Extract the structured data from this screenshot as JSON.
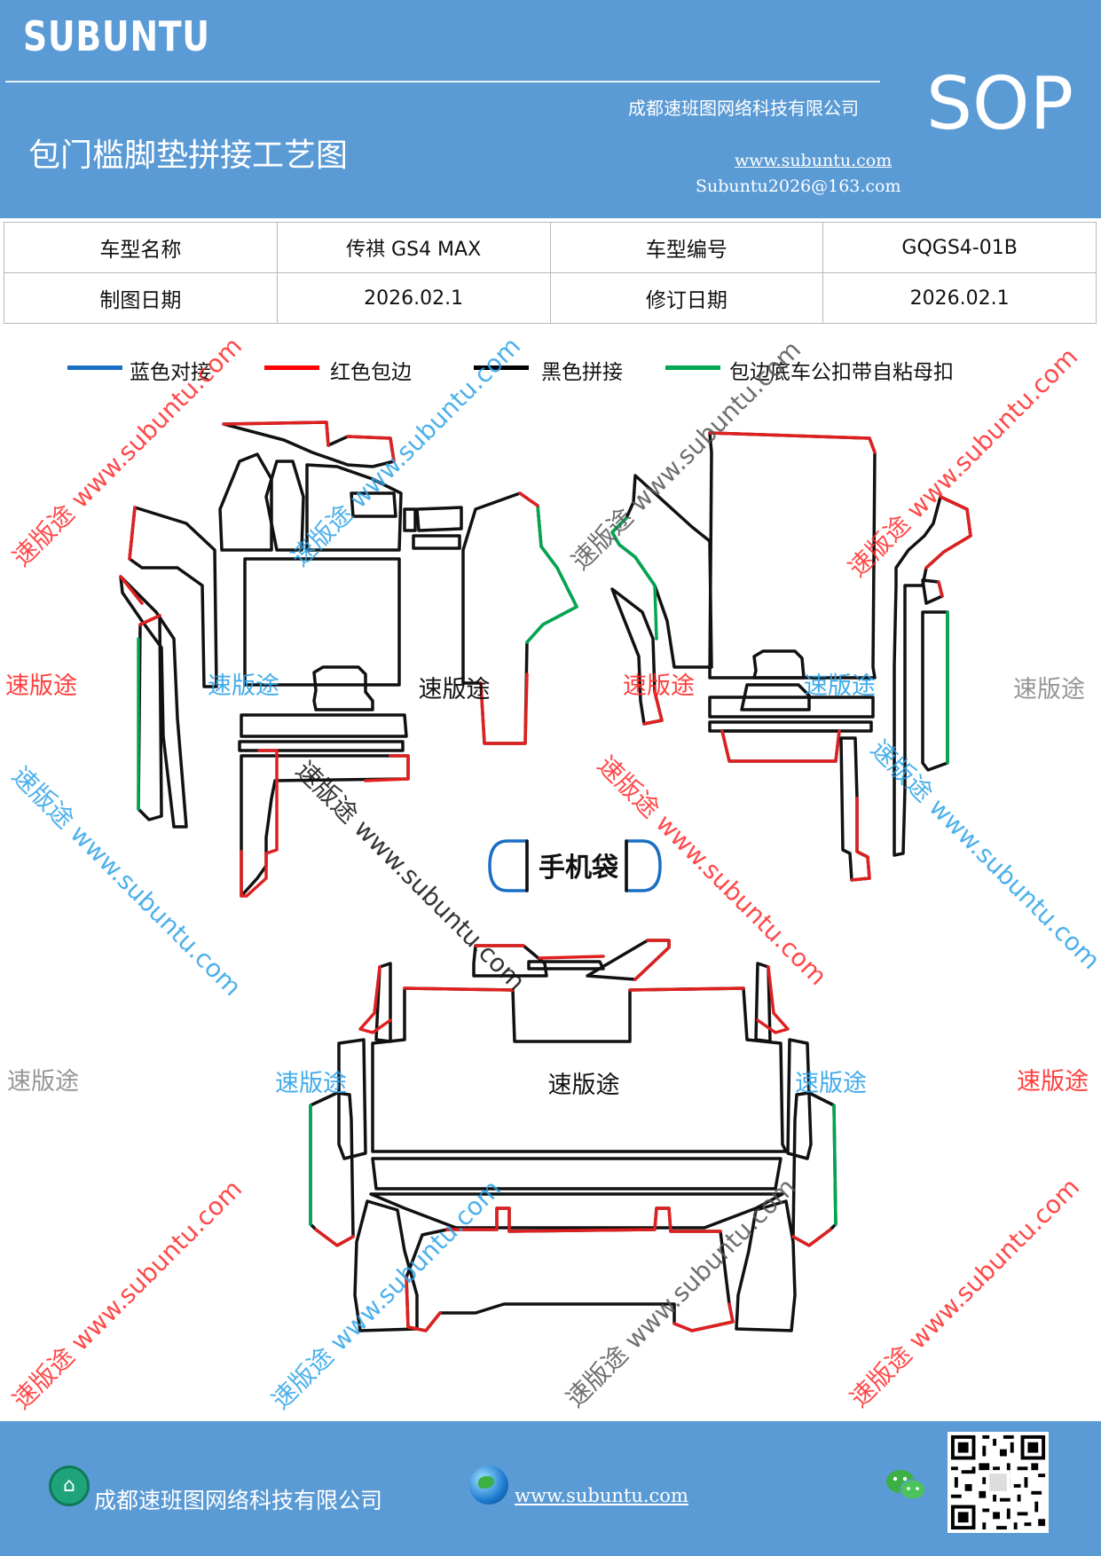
{
  "header": {
    "brand": "SUBUNTU",
    "doc_type": "SOP",
    "company": "成都速班图网络科技有限公司",
    "title": "包门槛脚垫拼接工艺图",
    "url": "www.subuntu.com",
    "email": "Subuntu2026@163.com"
  },
  "info_table": {
    "rows": [
      {
        "label1": "车型名称",
        "value1": "传祺 GS4 MAX",
        "label2": "车型编号",
        "value2": "GQGS4-01B"
      },
      {
        "label1": "制图日期",
        "value1": "2026.02.1",
        "label2": "修订日期",
        "value2": "2026.02.1"
      }
    ]
  },
  "legend": [
    {
      "label": "蓝色对接",
      "color": "#1a6fc4"
    },
    {
      "label": "红色包边",
      "color": "#ff0000"
    },
    {
      "label": "黑色拼接",
      "color": "#000000"
    },
    {
      "label": "包边底车公扣带自粘母扣",
      "color": "#00a651"
    }
  ],
  "diagram": {
    "phone_bag_label": "手机袋",
    "center_labels": [
      "速版途",
      "速版途"
    ]
  },
  "watermarks": {
    "text": "速版途",
    "site": "www.subuntu.com",
    "diagonal": "速版途 www.subuntu.com"
  },
  "colors": {
    "header_bg": "#5b9bd5",
    "blue": "#1a6fc4",
    "red": "#e02020",
    "green": "#00a651",
    "black": "#111111",
    "wm_blue": "#2ea3e8",
    "wm_red": "#ff2a2a",
    "wm_gray": "#8a8a8a"
  },
  "footer": {
    "company": "成都速班图网络科技有限公司",
    "url": "www.subuntu.com ",
    "home_icon": "home-icon",
    "globe_icon": "globe-icon",
    "wechat_icon": "wechat-icon",
    "qr": "qr-code"
  }
}
